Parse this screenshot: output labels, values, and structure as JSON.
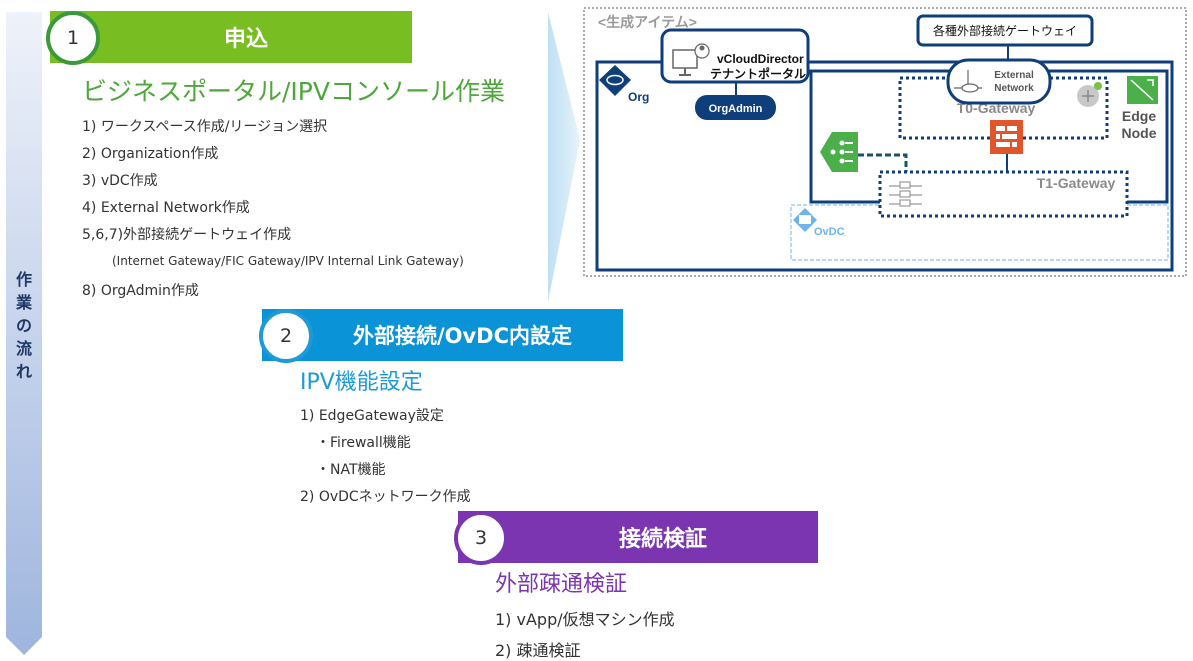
{
  "flow_label": "作業の流れ",
  "steps": [
    {
      "number": "1",
      "title": "申込",
      "subtitle": "ビジネスポータル/IPVコンソール作業",
      "items": [
        "1) ワークスペース作成/リージョン選択",
        "2) Organization作成",
        "3) vDC作成",
        "4) External Network作成",
        "5,6,7)外部接続ゲートウェイ作成",
        "(Internet Gateway/FIC Gateway/IPV Internal Link Gateway)",
        "8) OrgAdmin作成"
      ]
    },
    {
      "number": "2",
      "title": "外部接続/OvDC内設定",
      "subtitle": "IPV機能設定",
      "items": [
        "1) EdgeGateway設定",
        "・Firewall機能",
        "・NAT機能",
        "2) OvDCネットワーク作成"
      ]
    },
    {
      "number": "3",
      "title": "接続検証",
      "subtitle": "外部疎通検証",
      "items": [
        "1) vApp/仮想マシン作成",
        "2) 疎通検証"
      ]
    }
  ],
  "colors": {
    "step1": "#78bd21",
    "step2": "#0a93d6",
    "step3": "#7c35b0",
    "navy": "#0f3f7a"
  },
  "diagram": {
    "title": "<生成アイテム>",
    "gateways_box": "各種外部接続ゲートウェイ",
    "vcd_line1": "vCloudDirector",
    "vcd_line2": "テナントポータル",
    "org": "Org",
    "org_admin": "OrgAdmin",
    "ext_line1": "External",
    "ext_line2": "Network",
    "t0": "T0-Gateway",
    "t1": "T1-Gateway",
    "edge_line1": "Edge",
    "edge_line2": "Node",
    "ovdc": "OvDC"
  }
}
